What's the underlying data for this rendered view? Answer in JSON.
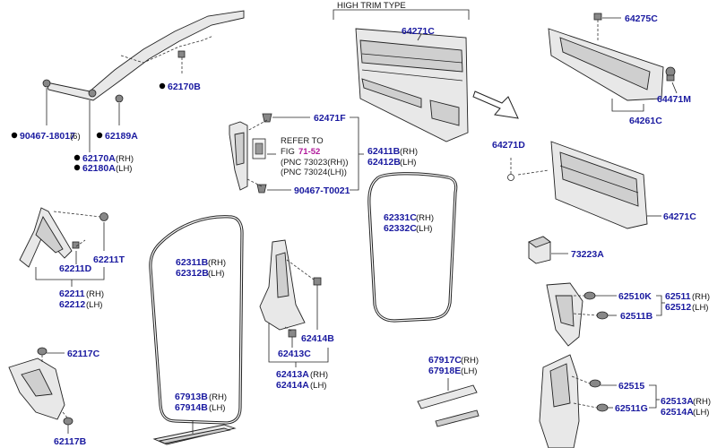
{
  "header": {
    "high_trim_type": "HIGH TRIM TYPE"
  },
  "callouts": {
    "p64271c_top": "64271C",
    "p64275c": "64275C",
    "p64471m": "64471M",
    "p64261c": "64261C",
    "p64271d": "64271D",
    "p64271c_low": "64271C",
    "p73223a": "73223A",
    "p62170b": "62170B",
    "p90467_18017": "90467-18017",
    "p90467_18017_qty": "(6)",
    "p62189a": "62189A",
    "p62170a": "62170A",
    "p62170a_side": "(RH)",
    "p62180a": "62180A",
    "p62180a_side": "(LH)",
    "p62471f": "62471F",
    "refer_to": "REFER TO",
    "fig_prefix": "FIG",
    "fig_ref": "71-52",
    "pnc_73023": "(PNC 73023(RH))",
    "pnc_73024": "(PNC 73024(LH))",
    "p62411b": "62411B",
    "p62411b_side": "(RH)",
    "p62412b": "62412B",
    "p62412b_side": "(LH)",
    "p90467_t0021": "90467-T0021",
    "p62331c": "62331C",
    "p62331c_side": "(RH)",
    "p62332c": "62332C",
    "p62332c_side": "(LH)",
    "p62311b": "62311B",
    "p62311b_side": "(RH)",
    "p62312b": "62312B",
    "p62312b_side": "(LH)",
    "p62211t": "62211T",
    "p62211d": "62211D",
    "p62211": "62211",
    "p62211_side": "(RH)",
    "p62212": "62212",
    "p62212_side": "(LH)",
    "p62414b": "62414B",
    "p62413c": "62413C",
    "p62413a": "62413A",
    "p62413a_side": "(RH)",
    "p62414a": "62414A",
    "p62414a_side": "(LH)",
    "p62510k": "62510K",
    "p62511b": "62511B",
    "p62511": "62511",
    "p62511_side": "(RH)",
    "p62512": "62512",
    "p62512_side": "(LH)",
    "p62117c": "62117C",
    "p62117b": "62117B",
    "p67913b": "67913B",
    "p67913b_side": "(RH)",
    "p67914b": "67914B",
    "p67914b_side": "(LH)",
    "p67917c": "67917C",
    "p67917c_side": "(RH)",
    "p67918e": "67918E",
    "p67918e_side": "(LH)",
    "p62515": "62515",
    "p62511g": "62511G",
    "p62513a": "62513A",
    "p62513a_side": "(RH)",
    "p62514a": "62514A",
    "p62514a_side": "(LH)"
  },
  "colors": {
    "callout_blue": "#1a1aa0",
    "fig_magenta": "#b0189a",
    "line": "#222222"
  }
}
